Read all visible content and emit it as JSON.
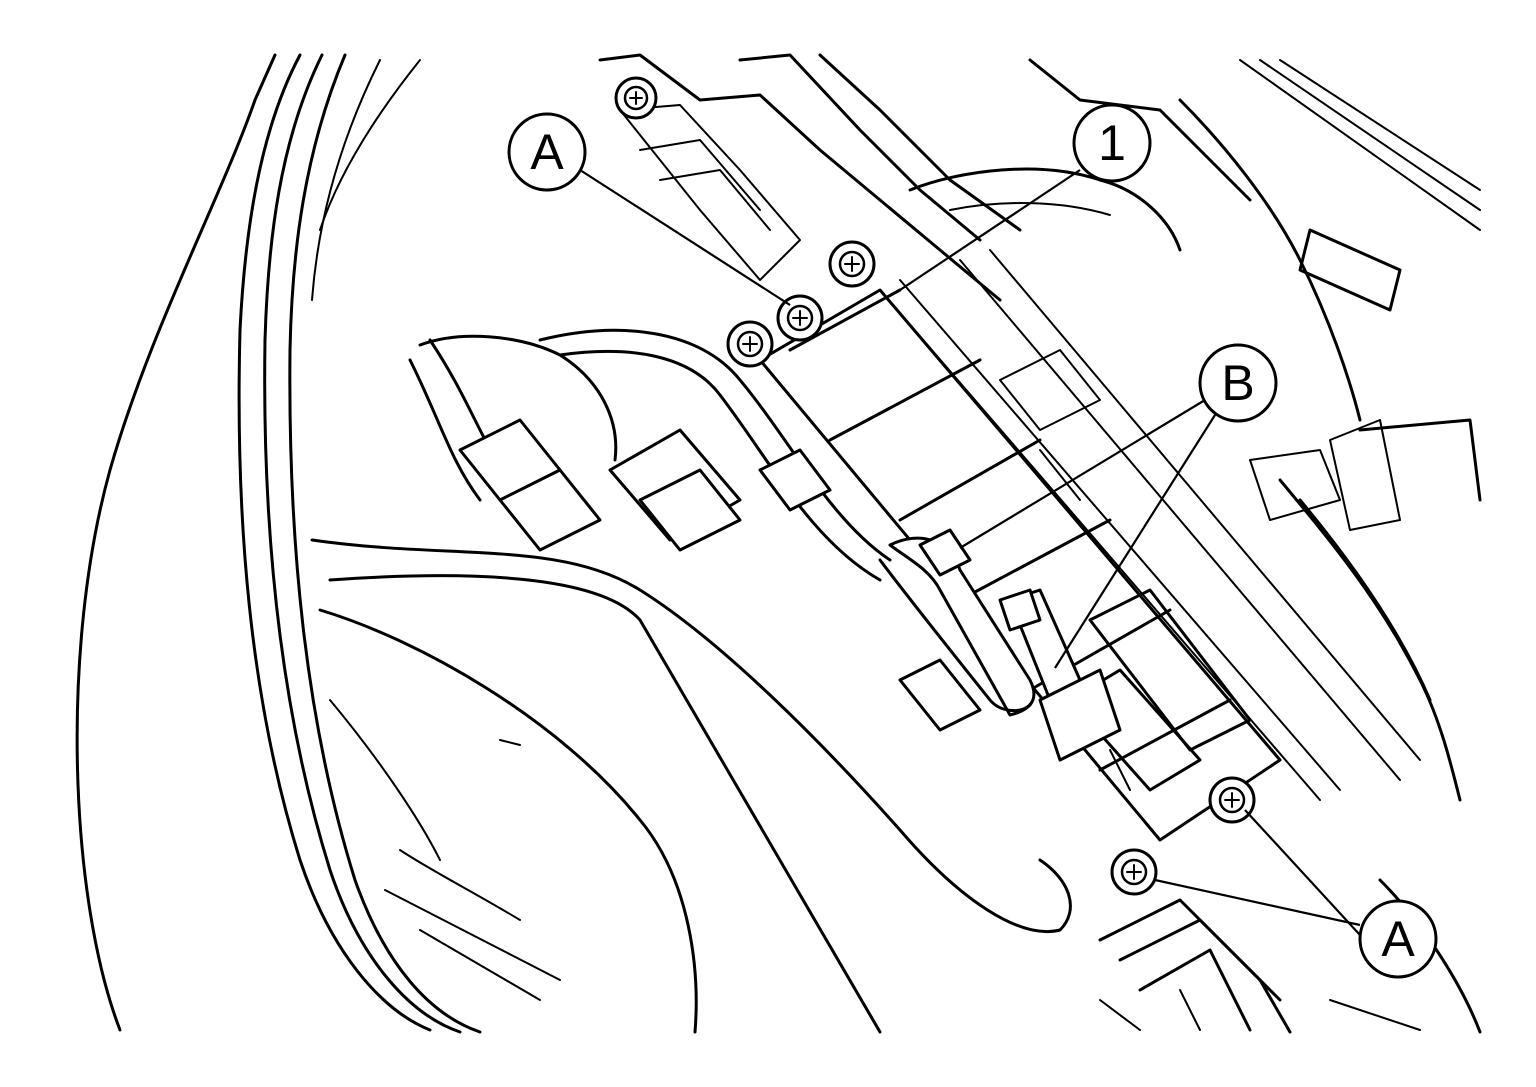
{
  "callouts": [
    {
      "id": "callout-a-top",
      "label": "A"
    },
    {
      "id": "callout-1",
      "label": "1"
    },
    {
      "id": "callout-b",
      "label": "B"
    },
    {
      "id": "callout-a-bottom",
      "label": "A"
    }
  ],
  "colors": {
    "line": "#000000",
    "background": "#ffffff"
  }
}
